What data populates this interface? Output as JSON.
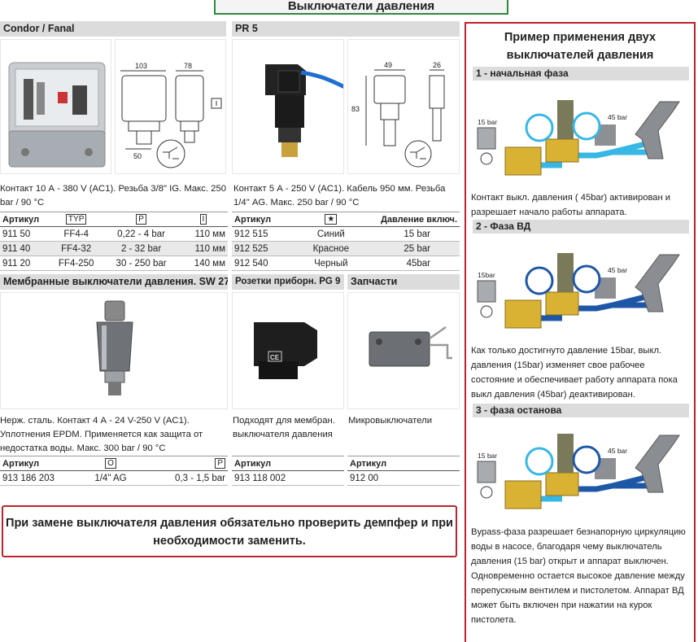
{
  "page_title": "Выключатели давления",
  "condor": {
    "header": "Condor / Fanal",
    "dims": {
      "w": "103",
      "d": "78",
      "h": "50"
    },
    "description": "Контакт 10 А - 380 V (AC1). Резьба 3/8\" IG. Макс. 250 bar / 90 °C",
    "table": {
      "headers": [
        "Артикул",
        "TYP",
        "P",
        "I"
      ],
      "rows": [
        [
          "911 50",
          "FF4-4",
          "0,22 - 4 bar",
          "110 мм"
        ],
        [
          "911 40",
          "FF4-32",
          "2 - 32 bar",
          "110 мм"
        ],
        [
          "911 20",
          "FF4-250",
          "30 - 250 bar",
          "140 мм"
        ]
      ]
    }
  },
  "pr5": {
    "header": "PR 5",
    "dims": {
      "w": "49",
      "d": "26",
      "h": "83"
    },
    "description": "Контакт 5 А - 250 V (AC1). Кабель 950 мм. Резьба 1/4\" AG. Макс. 250 bar / 90 °C",
    "table": {
      "headers": [
        "Артикул",
        "★",
        "Давление включ."
      ],
      "rows": [
        [
          "912 515",
          "Синий",
          "15 bar"
        ],
        [
          "912 525",
          "Красное",
          "25 bar"
        ],
        [
          "912 540",
          "Черный",
          "45bar"
        ]
      ]
    }
  },
  "sw27": {
    "header": "Мембранные выключатели давления. SW 27",
    "description": "Нерж. сталь. Контакт 4 А - 24 V-250 V (AC1). Уплотнения EPDM. Применяется как защита от недостатка воды. Макс. 300 bar / 90 °C",
    "table": {
      "headers": [
        "Артикул",
        "O",
        "P"
      ],
      "rows": [
        [
          "913 186 203",
          "1/4\" AG",
          "0,3 - 1,5 bar"
        ]
      ]
    }
  },
  "pg9": {
    "header": "Розетки приборн. PG 9",
    "description": "Подходят для мембран. выключателя давления",
    "table": {
      "headers": [
        "Артикул"
      ],
      "rows": [
        [
          "913 118 002"
        ]
      ]
    }
  },
  "spares": {
    "header": "Запчасти",
    "description": "Микровыключатели",
    "table": {
      "headers": [
        "Артикул"
      ],
      "rows": [
        [
          "912 00"
        ]
      ]
    }
  },
  "warning": "При замене выключателя давления обязательно проверить демпфер и при необходимости заменить.",
  "example": {
    "title": "Пример применения двух выключателей давления",
    "phases": [
      {
        "label": "1 - начальная фаза",
        "gauge_left": "15 bar",
        "gauge_right": "45 bar",
        "description": "Контакт выкл. давления ( 45bar) активирован и разрешает начало работы аппарата."
      },
      {
        "label": "2 - Фаза ВД",
        "gauge_left": "15bar",
        "gauge_right": "45 bar",
        "description": "Как только достигнуто давление 15bar, выкл. давления (15bar) изменяет свое рабочее состояние и обеспечивает работу аппарата пока выкл давления (45bar) деактивирован."
      },
      {
        "label": "3 - фаза останова",
        "gauge_left": "15 bar",
        "gauge_right": "45 bar",
        "description": "Bypass-фаза разрешает безнапорную циркуляцию воды в насосе, благодаря чему выключатель давления (15 bar) открыт и аппарат выключен. Одновременно остается высокое давление между перепускным вентилем и пистолетом. Аппарат ВД может быть включен при нажатии на курок пистолета."
      }
    ]
  },
  "colors": {
    "accent_green": "#2c8a3c",
    "accent_red": "#c0202a",
    "pipe_light": "#36b7e6",
    "pipe_dark": "#1f57a7",
    "brass": "#d9b233"
  }
}
